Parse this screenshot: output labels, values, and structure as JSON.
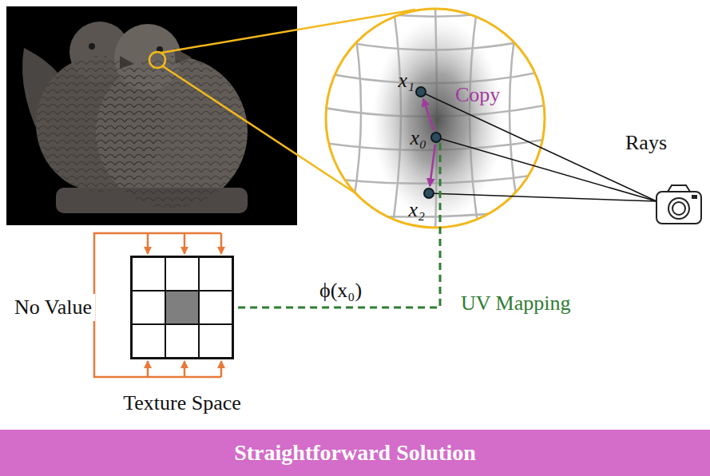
{
  "diagram": {
    "nodes": [
      {
        "text": [
          "x₁"
        ]
      },
      {
        "text": [
          "x₀"
        ]
      },
      {
        "text": [
          "x₂"
        ]
      },
      {
        "text": [
          "Texture Space"
        ]
      },
      {
        "text": [
          "Straightforward Solution"
        ]
      }
    ],
    "edges": [
      {
        "from": 1,
        "to": 0,
        "arrow": "to",
        "label": "Copy"
      },
      {
        "from": 1,
        "to": 2,
        "arrow": "to"
      },
      {
        "from": 1,
        "to": 3,
        "arrow": "to",
        "label": "ϕ(x₀)"
      }
    ],
    "labels": [
      "Rays",
      "UV Mapping",
      "No Value"
    ]
  }
}
